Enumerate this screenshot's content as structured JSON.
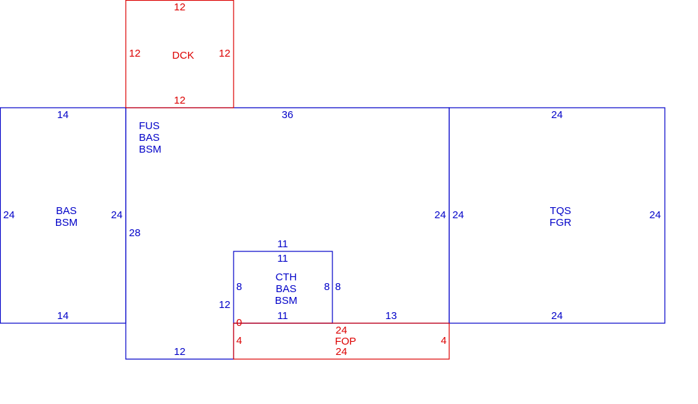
{
  "sketch": {
    "colors": {
      "main": "#0000c8",
      "secondary": "#dc0000",
      "background": "#ffffff"
    },
    "areas": {
      "dck": {
        "codes": [
          "DCK"
        ],
        "dims": {
          "top": "12",
          "left": "12",
          "right": "12",
          "bottom": "12"
        }
      },
      "main": {
        "codes": [
          "FUS",
          "BAS",
          "BSM"
        ],
        "dims": {
          "top": "36",
          "left": "28",
          "right": "24",
          "bottom": "12",
          "inner_left": "12",
          "inner_bottom": "13"
        }
      },
      "left_wing": {
        "codes": [
          "BAS",
          "BSM"
        ],
        "dims": {
          "top": "14",
          "left": "24",
          "right": "24",
          "bottom": "14"
        }
      },
      "right_wing": {
        "codes": [
          "TQS",
          "FGR"
        ],
        "dims": {
          "top": "24",
          "left": "24",
          "right": "24",
          "bottom": "24"
        }
      },
      "cth": {
        "codes": [
          "CTH",
          "BAS",
          "BSM"
        ],
        "dims": {
          "top_outside": "11",
          "top": "11",
          "left": "8",
          "right": "8",
          "right_outside": "8",
          "bottom": "11",
          "corner": "0"
        }
      },
      "fop": {
        "codes": [
          "FOP"
        ],
        "dims": {
          "top": "24",
          "left": "4",
          "right": "4",
          "bottom": "24"
        }
      }
    }
  }
}
